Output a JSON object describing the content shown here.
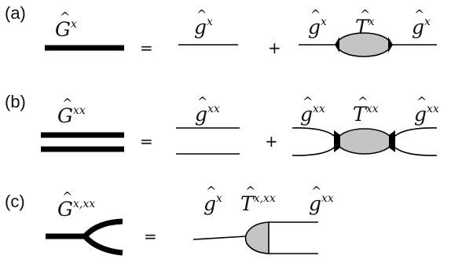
{
  "panels": [
    {
      "label": "(a)",
      "full": {
        "base": "G",
        "sup": "x"
      },
      "equals": "=",
      "bare": {
        "base": "g",
        "sup": "x"
      },
      "plus": "+",
      "left": {
        "base": "g",
        "sup": "x"
      },
      "middle": {
        "base": "T",
        "sup": "x"
      },
      "right": {
        "base": "g",
        "sup": "x"
      }
    },
    {
      "label": "(b)",
      "full": {
        "base": "G",
        "sup": "xx"
      },
      "equals": "=",
      "bare": {
        "base": "g",
        "sup": "xx"
      },
      "plus": "+",
      "left": {
        "base": "g",
        "sup": "xx"
      },
      "middle": {
        "base": "T",
        "sup": "xx"
      },
      "right": {
        "base": "g",
        "sup": "xx"
      }
    },
    {
      "label": "(c)",
      "full": {
        "base": "G",
        "sup": "x,xx"
      },
      "equals": "=",
      "left": {
        "base": "g",
        "sup": "x"
      },
      "middle": {
        "base": "T",
        "sup": "x,xx"
      },
      "right": {
        "base": "g",
        "sup": "xx"
      }
    }
  ],
  "colors": {
    "blob_fill": "#c4c4c4",
    "line": "#000000"
  }
}
